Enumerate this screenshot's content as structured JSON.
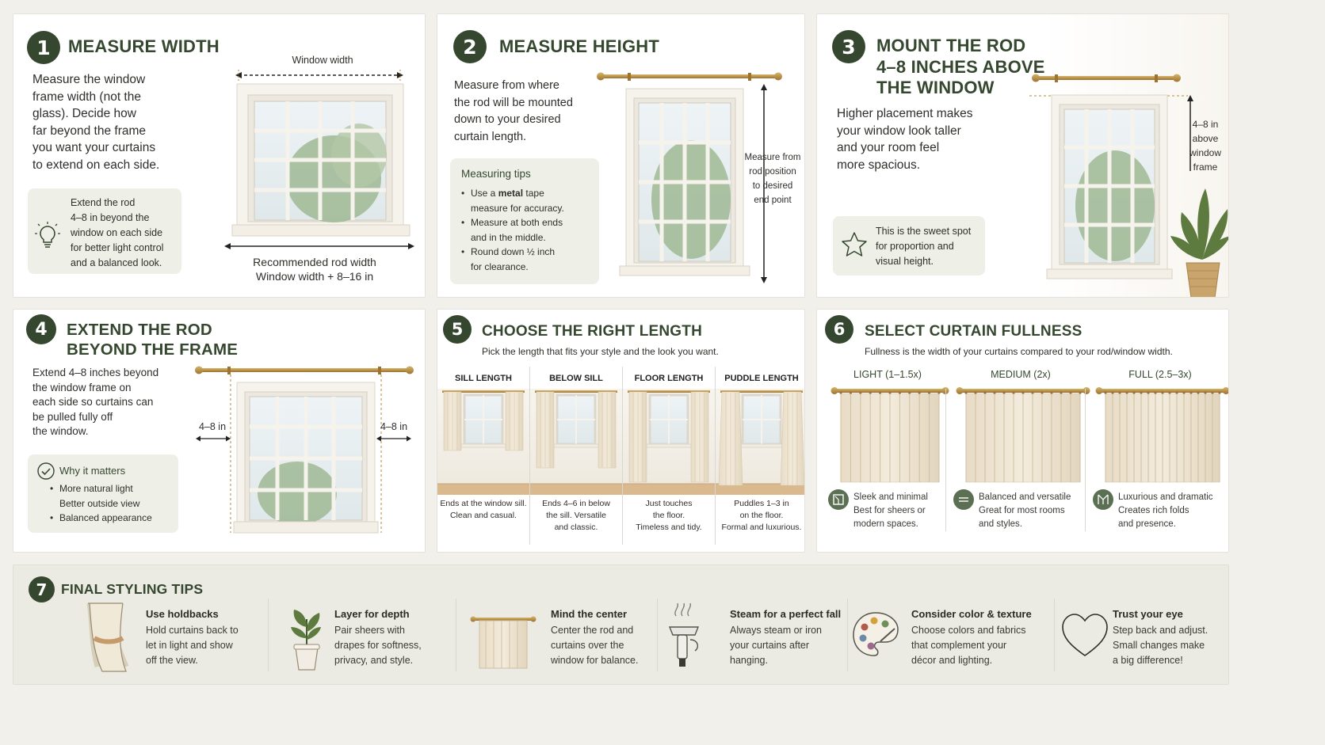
{
  "colors": {
    "accent": "#35472f",
    "tip_bg": "#eef0e8",
    "panel_bg": "#ebebe4",
    "brass": "#b58a3c"
  },
  "s1": {
    "num": "1",
    "title": "MEASURE WIDTH",
    "body": [
      "Measure the window",
      "frame width (not the",
      "glass). Decide how",
      "far beyond the frame",
      "you want your curtains",
      "to extend on each side."
    ],
    "tip": [
      "Extend the rod",
      "4–8 in beyond the",
      "window on each side",
      "for better light control",
      "and a balanced look."
    ],
    "window_width": "Window width",
    "rec1": "Recommended rod width",
    "rec2": "Window width + 8–16 in",
    "icon": "lightbulb-icon"
  },
  "s2": {
    "num": "2",
    "title": "MEASURE HEIGHT",
    "body": [
      "Measure from where",
      "the rod will be mounted",
      "down to your desired",
      "curtain length."
    ],
    "tips_title": "Measuring tips",
    "tips": [
      [
        "Use a ",
        "metal",
        " tape"
      ],
      [
        "measure for accuracy."
      ],
      [
        "Measure at both ends"
      ],
      [
        "and in the middle."
      ],
      [
        "Round down ½ inch"
      ],
      [
        "for clearance."
      ]
    ],
    "side": [
      "Measure from",
      "rod position",
      "to desired",
      "end point"
    ]
  },
  "s3": {
    "num": "3",
    "title": [
      "MOUNT THE ROD",
      "4–8 INCHES ABOVE",
      "THE WINDOW"
    ],
    "body": [
      "Higher placement makes",
      "your window look taller",
      "and your room feel",
      "more spacious."
    ],
    "tip": [
      "This is the sweet spot",
      "for proportion and",
      "visual height."
    ],
    "side": [
      "4–8 in",
      "above",
      "window",
      "frame"
    ],
    "icon": "star-icon"
  },
  "s4": {
    "num": "4",
    "title": [
      "EXTEND THE ROD",
      "BEYOND THE FRAME"
    ],
    "body": [
      "Extend 4–8 inches beyond",
      "the window frame on",
      "each side so curtains can",
      "be pulled fully off",
      "the window."
    ],
    "left": "4–8 in",
    "right": "4–8 in",
    "why_title": "Why it matters",
    "why": [
      "More natural light",
      "Better outside view",
      "Balanced appearance"
    ],
    "icon": "check-circle-icon"
  },
  "s5": {
    "num": "5",
    "title": "CHOOSE THE RIGHT LENGTH",
    "subtitle": "Pick the length that fits your style and the look you want.",
    "cols": [
      {
        "head": "SILL LENGTH",
        "desc": [
          "Ends at the window sill.",
          "Clean and casual."
        ]
      },
      {
        "head": "BELOW SILL",
        "desc": [
          "Ends 4–6 in below",
          "the sill. Versatile",
          "and classic."
        ]
      },
      {
        "head": "FLOOR LENGTH",
        "desc": [
          "Just touches",
          "the floor.",
          "Timeless and tidy."
        ]
      },
      {
        "head": "PUDDLE LENGTH",
        "desc": [
          "Puddles 1–3 in",
          "on the floor.",
          "Formal and luxurious."
        ]
      }
    ]
  },
  "s6": {
    "num": "6",
    "title": "SELECT CURTAIN FULLNESS",
    "subtitle": "Fullness is the width of your curtains compared to your rod/window width.",
    "cols": [
      {
        "head": "LIGHT (1–1.5x)",
        "desc": [
          "Sleek and minimal",
          "Best for sheers or",
          "modern spaces."
        ],
        "icon": "sheer-icon"
      },
      {
        "head": "MEDIUM (2x)",
        "desc": [
          "Balanced and versatile",
          "Great for most rooms",
          "and styles."
        ],
        "icon": "balance-icon"
      },
      {
        "head": "FULL (2.5–3x)",
        "desc": [
          "Luxurious and dramatic",
          "Creates rich folds",
          "and presence."
        ],
        "icon": "folds-icon"
      }
    ]
  },
  "s7": {
    "num": "7",
    "title": "FINAL STYLING TIPS",
    "items": [
      {
        "title": "Use holdbacks",
        "desc": [
          "Hold curtains back to",
          "let in light and show",
          "off the view."
        ],
        "icon": "holdback-icon"
      },
      {
        "title": "Layer for depth",
        "desc": [
          "Pair sheers with",
          "drapes for softness,",
          "privacy, and style."
        ],
        "icon": "plant-icon"
      },
      {
        "title": "Mind the center",
        "desc": [
          "Center the rod and",
          "curtains over the",
          "window for balance."
        ],
        "icon": "rod-curtain-icon"
      },
      {
        "title": "Steam for a perfect fall",
        "desc": [
          "Always steam or iron",
          "your curtains after",
          "hanging."
        ],
        "icon": "steamer-icon"
      },
      {
        "title": "Consider color & texture",
        "desc": [
          "Choose colors and fabrics",
          "that complement your",
          "décor and lighting."
        ],
        "icon": "palette-icon"
      },
      {
        "title": "Trust your eye",
        "desc": [
          "Step back and adjust.",
          "Small changes make",
          "a big difference!"
        ],
        "icon": "heart-icon"
      }
    ]
  }
}
